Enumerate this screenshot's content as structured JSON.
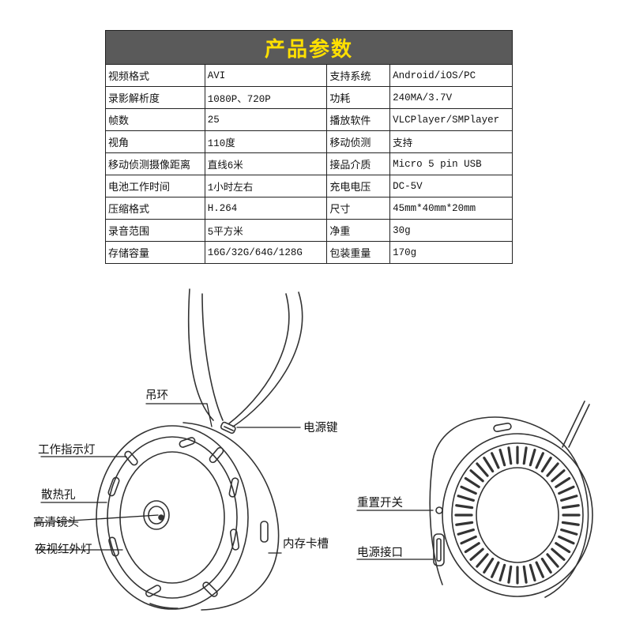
{
  "title": "产品参数",
  "rows": [
    [
      "视频格式",
      "AVI",
      "支持系统",
      "Android/iOS/PC"
    ],
    [
      "录影解析度",
      "1080P、720P",
      "功耗",
      "240MA/3.7V"
    ],
    [
      "帧数",
      "25",
      "播放软件",
      "VLCPlayer/SMPlayer"
    ],
    [
      "视角",
      "110度",
      "移动侦测",
      "支持"
    ],
    [
      "移动侦测摄像距离",
      "直线6米",
      "接品介质",
      "Micro 5 pin USB"
    ],
    [
      "电池工作时间",
      "1小时左右",
      "充电电压",
      "DC-5V"
    ],
    [
      "压缩格式",
      "H.264",
      "尺寸",
      "45mm*40mm*20mm"
    ],
    [
      "录音范围",
      "5平方米",
      "净重",
      "30g"
    ],
    [
      "存储容量",
      "16G/32G/64G/128G",
      "包装重量",
      "170g"
    ]
  ],
  "labels": {
    "hanging_loop": "吊环",
    "power_key": "电源键",
    "work_indicator": "工作指示灯",
    "heat_holes": "散热孔",
    "hd_lens": "高清镜头",
    "ir_light": "夜视红外灯",
    "memory_slot": "内存卡槽",
    "reset_switch": "重置开关",
    "power_port": "电源接口"
  }
}
